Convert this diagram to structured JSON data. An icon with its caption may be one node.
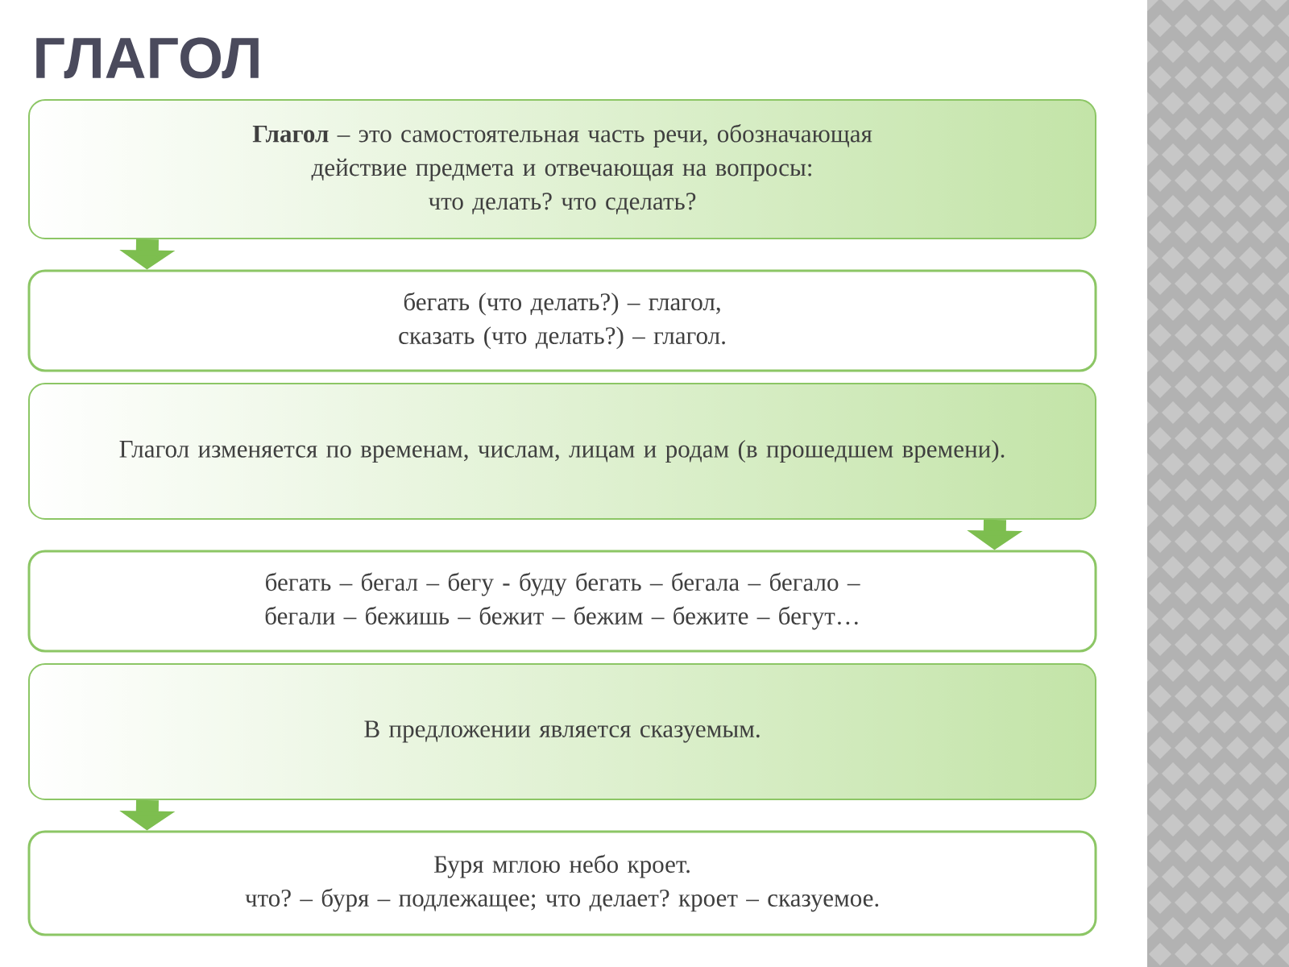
{
  "diagram": {
    "title": "ГЛАГОЛ",
    "nodes": [
      {
        "text": [
          "**Глагол** – это самостоятельная часть речи, обозначающая действие предмета и отвечающая на вопросы:",
          "что делать? что сделать?"
        ]
      },
      {
        "text": [
          "бегать (что делать?) – глагол,",
          "сказать (что делать?) – глагол."
        ]
      },
      {
        "text": [
          "Глагол изменяется по временам, числам, лицам и родам (в прошедшем времени)."
        ]
      },
      {
        "text": [
          "бегать – бегал – бегу - буду бегать – бегала – бегало – бегали – бежишь – бежит – бежим – бежите – бегут…"
        ]
      },
      {
        "text": [
          "В предложении является сказуемым."
        ]
      },
      {
        "text": [
          "Буря мглою небо кроет.",
          "что? – буря – подлежащее; что делает? кроет – сказуемое."
        ]
      }
    ],
    "edges": [
      {
        "from": 0,
        "to": 1,
        "arrow": "to"
      },
      {
        "from": 2,
        "to": 3,
        "arrow": "to"
      },
      {
        "from": 4,
        "to": 5,
        "arrow": "to"
      }
    ]
  }
}
